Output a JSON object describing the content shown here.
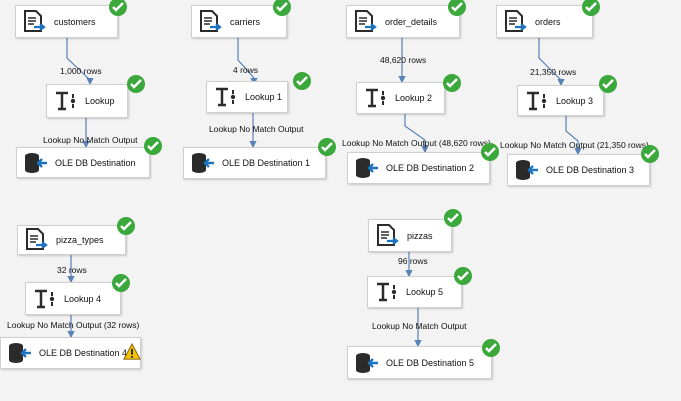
{
  "sources": {
    "customers": {
      "label": "customers"
    },
    "carriers": {
      "label": "carriers"
    },
    "order_details": {
      "label": "order_details"
    },
    "orders": {
      "label": "orders"
    },
    "pizza_types": {
      "label": "pizza_types"
    },
    "pizzas": {
      "label": "pizzas"
    }
  },
  "lookups": {
    "l0": {
      "label": "Lookup"
    },
    "l1": {
      "label": "Lookup 1"
    },
    "l2": {
      "label": "Lookup 2"
    },
    "l3": {
      "label": "Lookup 3"
    },
    "l4": {
      "label": "Lookup 4"
    },
    "l5": {
      "label": "Lookup 5"
    }
  },
  "destinations": {
    "d0": {
      "label": "OLE DB Destination"
    },
    "d1": {
      "label": "OLE DB Destination 1"
    },
    "d2": {
      "label": "OLE DB Destination 2"
    },
    "d3": {
      "label": "OLE DB Destination 3"
    },
    "d4": {
      "label": "OLE DB Destination 4"
    },
    "d5": {
      "label": "OLE DB Destination 5"
    }
  },
  "row_counts": {
    "customers": "1,000 rows",
    "carriers": "4 rows",
    "order_details": "48,620 rows",
    "orders": "21,350 rows",
    "pizza_types": "32 rows",
    "pizzas": "96 rows"
  },
  "no_match_outputs": {
    "l0": "Lookup No Match Output",
    "l1": "Lookup No Match Output",
    "l2": "Lookup No Match Output (48,620 rows)",
    "l3": "Lookup No Match Output (21,350 rows)",
    "l4": "Lookup No Match Output (32 rows)",
    "l5": "Lookup No Match Output"
  },
  "status_icons": {
    "success": "green-check-icon",
    "warning": "yellow-warning-icon"
  },
  "colors": {
    "canvas": "#f3f3f3",
    "success": "#3aa83a",
    "warning": "#f2c200",
    "connector": "#5a82b4",
    "icon_dark": "#2b2b2b",
    "icon_blue": "#1e73be"
  }
}
